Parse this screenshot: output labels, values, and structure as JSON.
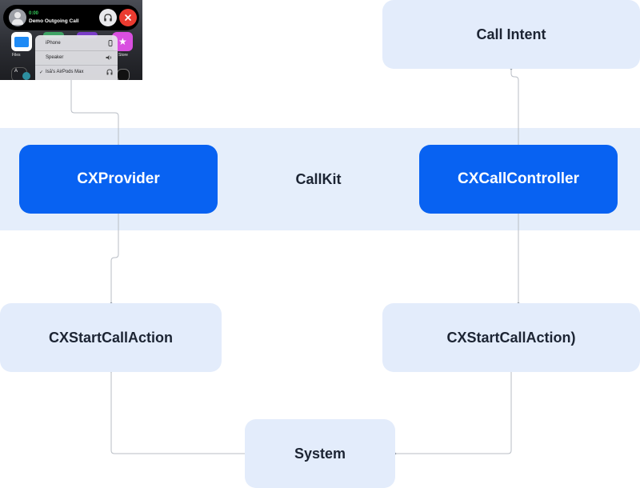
{
  "diagram": {
    "band_label": "CallKit",
    "nodes": {
      "call_intent": "Call Intent",
      "cx_provider": "CXProvider",
      "cx_call_controller": "CXCallController",
      "start_action_left": "CXStartCallAction",
      "start_action_right": "CXStartCallAction)",
      "system": "System"
    },
    "colors": {
      "band": "#e5eefb",
      "light_node": "#e3ecfb",
      "blue_node": "#0862f2",
      "connector": "#b9bec6"
    }
  },
  "phone_screenshot": {
    "call_timer": "0:00",
    "call_title": "Demo Outgoing Call",
    "files_label": "Files",
    "store_label": "Store",
    "audio_routes": [
      {
        "label": "iPhone",
        "icon": "phone-icon",
        "selected": false
      },
      {
        "label": "Speaker",
        "icon": "speaker-icon",
        "selected": false
      },
      {
        "label": "Isā's AirPods Max",
        "icon": "headphones-icon",
        "selected": true
      }
    ],
    "checkmark": "✓"
  }
}
